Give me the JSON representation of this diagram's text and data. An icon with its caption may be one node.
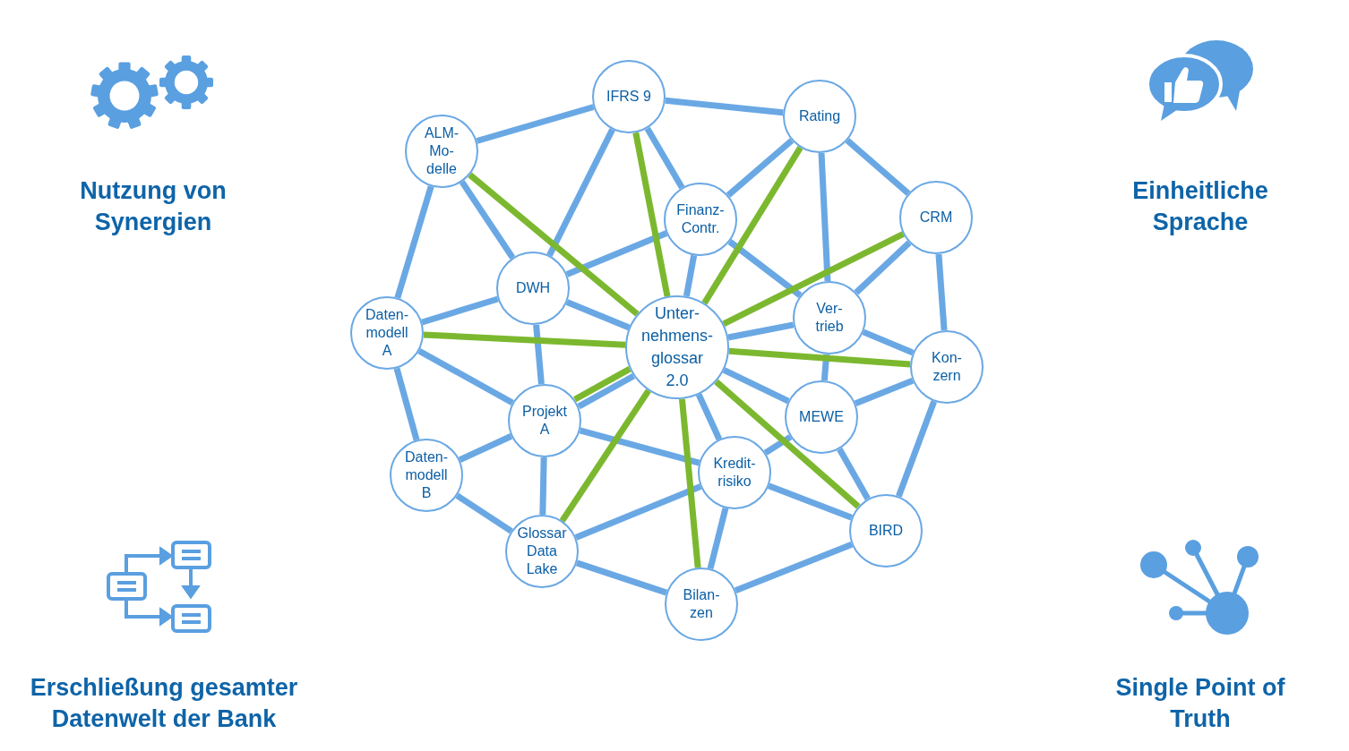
{
  "diagram": {
    "nodes": [
      {
        "text": [
          "IFRS 9"
        ]
      },
      {
        "text": [
          "Rating"
        ]
      },
      {
        "text": [
          "ALM- Mo- delle"
        ]
      },
      {
        "text": [
          "Finanz- Contr."
        ]
      },
      {
        "text": [
          "CRM"
        ]
      },
      {
        "text": [
          "DWH"
        ]
      },
      {
        "text": [
          "Ver- trieb"
        ]
      },
      {
        "text": [
          "Daten- modell A"
        ]
      },
      {
        "text": [
          "Unter- nehmens- glossar 2.0"
        ]
      },
      {
        "text": [
          "Kon- zern"
        ]
      },
      {
        "text": [
          "Projekt A"
        ]
      },
      {
        "text": [
          "MEWE"
        ]
      },
      {
        "text": [
          "Daten- modell B"
        ]
      },
      {
        "text": [
          "Kredit- risiko"
        ]
      },
      {
        "text": [
          "BIRD"
        ]
      },
      {
        "text": [
          "Glossar Data Lake"
        ]
      },
      {
        "text": [
          "Bilan- zen"
        ]
      }
    ],
    "edges": [
      {
        "from": 0,
        "to": 2,
        "arrow": "none"
      },
      {
        "from": 0,
        "to": 1,
        "arrow": "none"
      },
      {
        "from": 0,
        "to": 5,
        "arrow": "none"
      },
      {
        "from": 0,
        "to": 3,
        "arrow": "none"
      },
      {
        "from": 1,
        "to": 3,
        "arrow": "none"
      },
      {
        "from": 1,
        "to": 6,
        "arrow": "none"
      },
      {
        "from": 1,
        "to": 4,
        "arrow": "none"
      },
      {
        "from": 2,
        "to": 5,
        "arrow": "none"
      },
      {
        "from": 2,
        "to": 7,
        "arrow": "none"
      },
      {
        "from": 3,
        "to": 5,
        "arrow": "none"
      },
      {
        "from": 3,
        "to": 8,
        "arrow": "none"
      },
      {
        "from": 3,
        "to": 6,
        "arrow": "none"
      },
      {
        "from": 4,
        "to": 6,
        "arrow": "none"
      },
      {
        "from": 4,
        "to": 9,
        "arrow": "none"
      },
      {
        "from": 5,
        "to": 7,
        "arrow": "none"
      },
      {
        "from": 5,
        "to": 8,
        "arrow": "none"
      },
      {
        "from": 5,
        "to": 10,
        "arrow": "none"
      },
      {
        "from": 6,
        "to": 8,
        "arrow": "none"
      },
      {
        "from": 6,
        "to": 9,
        "arrow": "none"
      },
      {
        "from": 6,
        "to": 11,
        "arrow": "none"
      },
      {
        "from": 7,
        "to": 10,
        "arrow": "none"
      },
      {
        "from": 7,
        "to": 12,
        "arrow": "none"
      },
      {
        "from": 8,
        "to": 10,
        "arrow": "none"
      },
      {
        "from": 8,
        "to": 11,
        "arrow": "none"
      },
      {
        "from": 8,
        "to": 13,
        "arrow": "none"
      },
      {
        "from": 9,
        "to": 11,
        "arrow": "none"
      },
      {
        "from": 9,
        "to": 14,
        "arrow": "none"
      },
      {
        "from": 10,
        "to": 12,
        "arrow": "none"
      },
      {
        "from": 10,
        "to": 15,
        "arrow": "none"
      },
      {
        "from": 10,
        "to": 13,
        "arrow": "none"
      },
      {
        "from": 11,
        "to": 13,
        "arrow": "none"
      },
      {
        "from": 11,
        "to": 14,
        "arrow": "none"
      },
      {
        "from": 12,
        "to": 15,
        "arrow": "none"
      },
      {
        "from": 13,
        "to": 15,
        "arrow": "none"
      },
      {
        "from": 13,
        "to": 14,
        "arrow": "none"
      },
      {
        "from": 13,
        "to": 16,
        "arrow": "none"
      },
      {
        "from": 15,
        "to": 16,
        "arrow": "none"
      },
      {
        "from": 14,
        "to": 16,
        "arrow": "none"
      },
      {
        "from": 8,
        "to": 2,
        "arrow": "none",
        "color": "#7cb82f"
      },
      {
        "from": 8,
        "to": 0,
        "arrow": "none",
        "color": "#7cb82f"
      },
      {
        "from": 8,
        "to": 1,
        "arrow": "none",
        "color": "#7cb82f"
      },
      {
        "from": 8,
        "to": 4,
        "arrow": "none",
        "color": "#7cb82f"
      },
      {
        "from": 8,
        "to": 7,
        "arrow": "none",
        "color": "#7cb82f"
      },
      {
        "from": 8,
        "to": 9,
        "arrow": "none",
        "color": "#7cb82f"
      },
      {
        "from": 8,
        "to": 10,
        "arrow": "none",
        "color": "#7cb82f"
      },
      {
        "from": 8,
        "to": 15,
        "arrow": "none",
        "color": "#7cb82f"
      },
      {
        "from": 8,
        "to": 16,
        "arrow": "none",
        "color": "#7cb82f"
      },
      {
        "from": 8,
        "to": 14,
        "arrow": "none",
        "color": "#7cb82f"
      }
    ],
    "labels": [
      "Nutzung von Synergien",
      "Einheitliche Sprache",
      "Erschließung gesamter Datenwelt der Bank",
      "Single Point of Truth"
    ]
  }
}
